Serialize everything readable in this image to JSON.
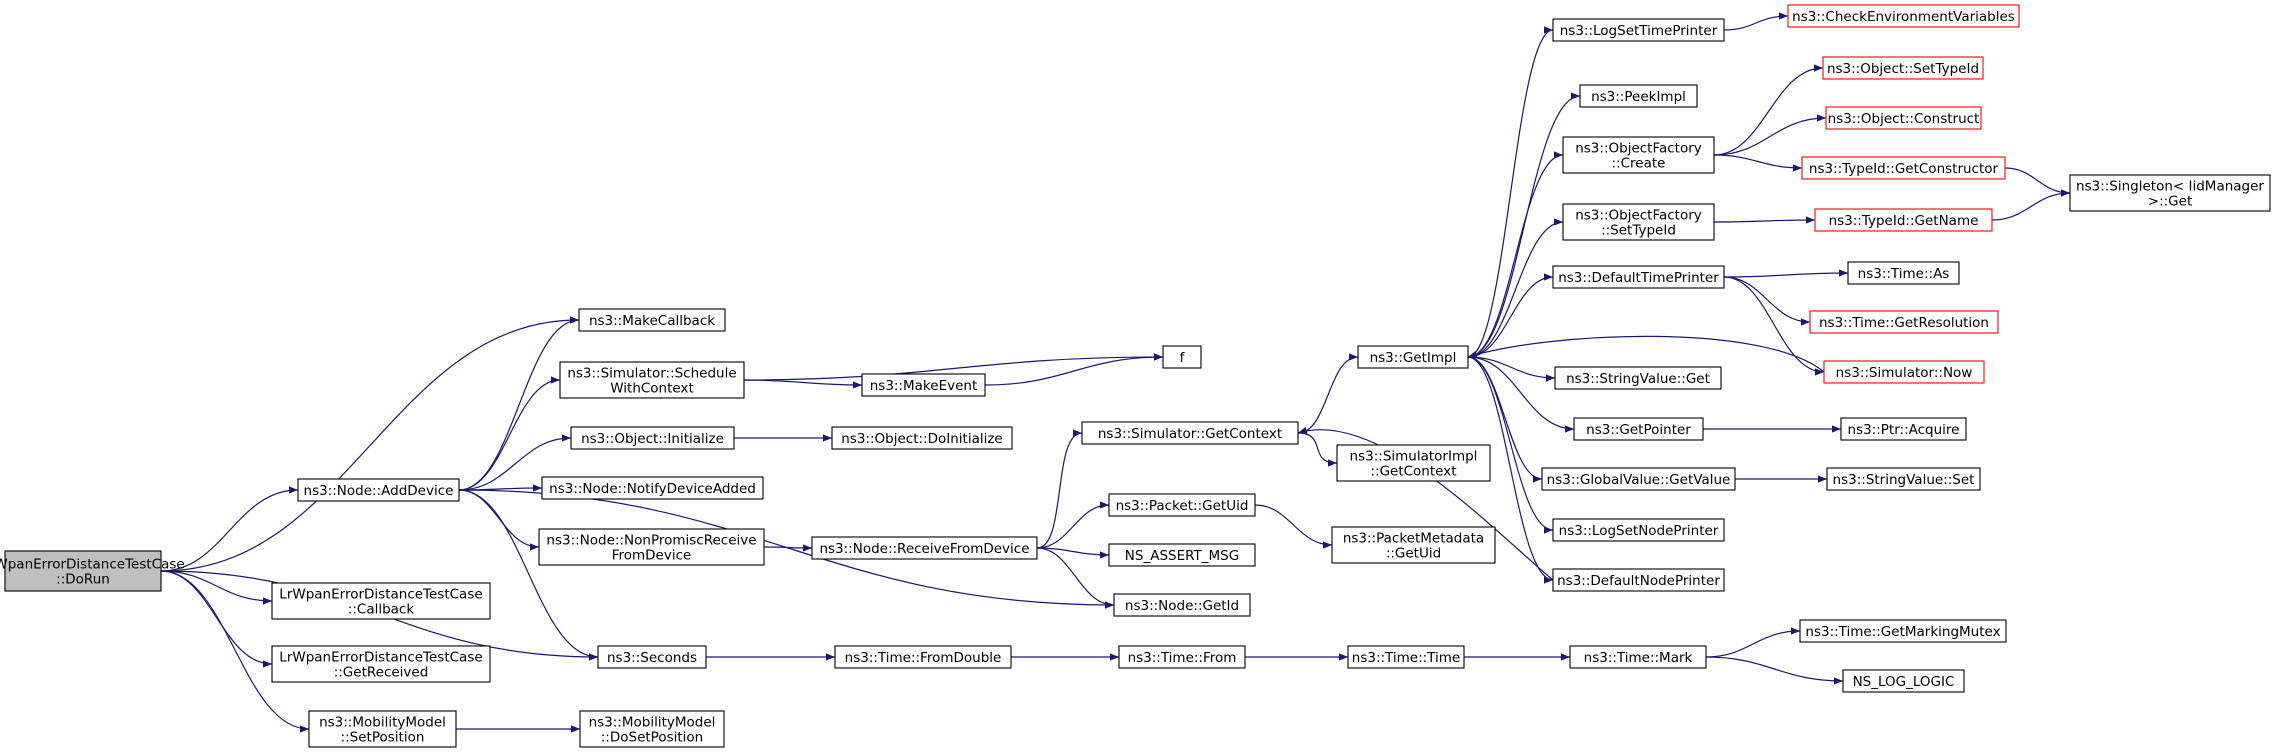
{
  "diagram": {
    "edge_color": "#191970",
    "node_border_default": "#000000",
    "node_border_truncated": "#ff0000",
    "root_fill": "#bfbfbf",
    "nodes": [
      {
        "id": "dorun",
        "lines": [
          "LrWpanErrorDistanceTestCase",
          "::DoRun"
        ],
        "style": "root"
      },
      {
        "id": "addDevice",
        "lines": [
          "ns3::Node::AddDevice"
        ]
      },
      {
        "id": "callbackTC",
        "lines": [
          "LrWpanErrorDistanceTestCase",
          "::Callback"
        ]
      },
      {
        "id": "getReceived",
        "lines": [
          "LrWpanErrorDistanceTestCase",
          "::GetReceived"
        ]
      },
      {
        "id": "setPosition",
        "lines": [
          "ns3::MobilityModel",
          "::SetPosition"
        ]
      },
      {
        "id": "makeCallback",
        "lines": [
          "ns3::MakeCallback"
        ]
      },
      {
        "id": "scheduleWC",
        "lines": [
          "ns3::Simulator::Schedule",
          "WithContext"
        ]
      },
      {
        "id": "objInit",
        "lines": [
          "ns3::Object::Initialize"
        ]
      },
      {
        "id": "notifyDev",
        "lines": [
          "ns3::Node::NotifyDeviceAdded"
        ]
      },
      {
        "id": "nonPromisc",
        "lines": [
          "ns3::Node::NonPromiscReceive",
          "FromDevice"
        ]
      },
      {
        "id": "seconds",
        "lines": [
          "ns3::Seconds"
        ]
      },
      {
        "id": "doSetPos",
        "lines": [
          "ns3::MobilityModel",
          "::DoSetPosition"
        ]
      },
      {
        "id": "makeEvent",
        "lines": [
          "ns3::MakeEvent"
        ]
      },
      {
        "id": "objDoInit",
        "lines": [
          "ns3::Object::DoInitialize"
        ]
      },
      {
        "id": "recvFromDev",
        "lines": [
          "ns3::Node::ReceiveFromDevice"
        ]
      },
      {
        "id": "fromDouble",
        "lines": [
          "ns3::Time::FromDouble"
        ]
      },
      {
        "id": "f",
        "lines": [
          "f"
        ]
      },
      {
        "id": "simGetCtx",
        "lines": [
          "ns3::Simulator::GetContext"
        ]
      },
      {
        "id": "pktGetUid",
        "lines": [
          "ns3::Packet::GetUid"
        ]
      },
      {
        "id": "nsAssert",
        "lines": [
          "NS_ASSERT_MSG"
        ]
      },
      {
        "id": "nodeGetId",
        "lines": [
          "ns3::Node::GetId"
        ]
      },
      {
        "id": "timeFrom",
        "lines": [
          "ns3::Time::From"
        ]
      },
      {
        "id": "getImpl",
        "lines": [
          "ns3::GetImpl"
        ]
      },
      {
        "id": "simImplCtx",
        "lines": [
          "ns3::SimulatorImpl",
          "::GetContext"
        ]
      },
      {
        "id": "pktMetaUid",
        "lines": [
          "ns3::PacketMetadata",
          "::GetUid"
        ]
      },
      {
        "id": "timeTime",
        "lines": [
          "ns3::Time::Time"
        ]
      },
      {
        "id": "logSetTP",
        "lines": [
          "ns3::LogSetTimePrinter"
        ]
      },
      {
        "id": "peekImpl",
        "lines": [
          "ns3::PeekImpl"
        ]
      },
      {
        "id": "ofCreate",
        "lines": [
          "ns3::ObjectFactory",
          "::Create"
        ]
      },
      {
        "id": "ofSetTypeId",
        "lines": [
          "ns3::ObjectFactory",
          "::SetTypeId"
        ]
      },
      {
        "id": "defTP",
        "lines": [
          "ns3::DefaultTimePrinter"
        ]
      },
      {
        "id": "svGet",
        "lines": [
          "ns3::StringValue::Get"
        ]
      },
      {
        "id": "getPointer",
        "lines": [
          "ns3::GetPointer"
        ]
      },
      {
        "id": "gvGetValue",
        "lines": [
          "ns3::GlobalValue::GetValue"
        ]
      },
      {
        "id": "logSetNP",
        "lines": [
          "ns3::LogSetNodePrinter"
        ]
      },
      {
        "id": "defNP",
        "lines": [
          "ns3::DefaultNodePrinter"
        ]
      },
      {
        "id": "timeMark",
        "lines": [
          "ns3::Time::Mark"
        ]
      },
      {
        "id": "checkEnv",
        "lines": [
          "ns3::CheckEnvironmentVariables"
        ],
        "style": "truncated"
      },
      {
        "id": "objSetTypeId",
        "lines": [
          "ns3::Object::SetTypeId"
        ],
        "style": "truncated"
      },
      {
        "id": "objConstruct",
        "lines": [
          "ns3::Object::Construct"
        ],
        "style": "truncated"
      },
      {
        "id": "tidGetCtor",
        "lines": [
          "ns3::TypeId::GetConstructor"
        ],
        "style": "truncated"
      },
      {
        "id": "tidGetName",
        "lines": [
          "ns3::TypeId::GetName"
        ],
        "style": "truncated"
      },
      {
        "id": "timeAs",
        "lines": [
          "ns3::Time::As"
        ]
      },
      {
        "id": "timeGetRes",
        "lines": [
          "ns3::Time::GetResolution"
        ],
        "style": "truncated"
      },
      {
        "id": "simNow",
        "lines": [
          "ns3::Simulator::Now"
        ],
        "style": "truncated"
      },
      {
        "id": "ptrAcquire",
        "lines": [
          "ns3::Ptr::Acquire"
        ]
      },
      {
        "id": "svSet",
        "lines": [
          "ns3::StringValue::Set"
        ]
      },
      {
        "id": "getMarkMutex",
        "lines": [
          "ns3::Time::GetMarkingMutex"
        ]
      },
      {
        "id": "nsLogLogic",
        "lines": [
          "NS_LOG_LOGIC"
        ]
      },
      {
        "id": "singletonGet",
        "lines": [
          "ns3::Singleton< IidManager",
          " >::Get"
        ]
      }
    ],
    "edges": [
      [
        "dorun",
        "makeCallback"
      ],
      [
        "dorun",
        "addDevice"
      ],
      [
        "dorun",
        "seconds"
      ],
      [
        "dorun",
        "callbackTC"
      ],
      [
        "dorun",
        "getReceived"
      ],
      [
        "dorun",
        "setPosition"
      ],
      [
        "addDevice",
        "makeCallback"
      ],
      [
        "addDevice",
        "scheduleWC"
      ],
      [
        "addDevice",
        "objInit"
      ],
      [
        "addDevice",
        "notifyDev"
      ],
      [
        "addDevice",
        "nonPromisc"
      ],
      [
        "addDevice",
        "nodeGetId"
      ],
      [
        "addDevice",
        "seconds"
      ],
      [
        "setPosition",
        "doSetPos"
      ],
      [
        "scheduleWC",
        "f"
      ],
      [
        "scheduleWC",
        "makeEvent"
      ],
      [
        "makeEvent",
        "f"
      ],
      [
        "objInit",
        "objDoInit"
      ],
      [
        "nonPromisc",
        "recvFromDev"
      ],
      [
        "recvFromDev",
        "simGetCtx"
      ],
      [
        "recvFromDev",
        "pktGetUid"
      ],
      [
        "recvFromDev",
        "nsAssert"
      ],
      [
        "recvFromDev",
        "nodeGetId"
      ],
      [
        "seconds",
        "fromDouble"
      ],
      [
        "fromDouble",
        "timeFrom"
      ],
      [
        "timeFrom",
        "timeTime"
      ],
      [
        "timeTime",
        "timeMark"
      ],
      [
        "simGetCtx",
        "getImpl"
      ],
      [
        "simGetCtx",
        "simImplCtx"
      ],
      [
        "pktGetUid",
        "pktMetaUid"
      ],
      [
        "getImpl",
        "logSetTP"
      ],
      [
        "getImpl",
        "peekImpl"
      ],
      [
        "getImpl",
        "ofCreate"
      ],
      [
        "getImpl",
        "ofSetTypeId"
      ],
      [
        "getImpl",
        "defTP"
      ],
      [
        "getImpl",
        "svGet"
      ],
      [
        "getImpl",
        "getPointer"
      ],
      [
        "getImpl",
        "gvGetValue"
      ],
      [
        "getImpl",
        "logSetNP"
      ],
      [
        "getImpl",
        "defNP"
      ],
      [
        "logSetTP",
        "checkEnv"
      ],
      [
        "ofCreate",
        "objSetTypeId"
      ],
      [
        "ofCreate",
        "objConstruct"
      ],
      [
        "ofCreate",
        "tidGetCtor"
      ],
      [
        "ofSetTypeId",
        "tidGetName"
      ],
      [
        "defTP",
        "timeAs"
      ],
      [
        "defTP",
        "timeGetRes"
      ],
      [
        "defTP",
        "simNow"
      ],
      [
        "simNow",
        "getImpl"
      ],
      [
        "getPointer",
        "ptrAcquire"
      ],
      [
        "gvGetValue",
        "svSet"
      ],
      [
        "defNP",
        "simGetCtx"
      ],
      [
        "tidGetCtor",
        "singletonGet"
      ],
      [
        "tidGetName",
        "singletonGet"
      ],
      [
        "timeMark",
        "getMarkMutex"
      ],
      [
        "timeMark",
        "nsLogLogic"
      ]
    ]
  }
}
